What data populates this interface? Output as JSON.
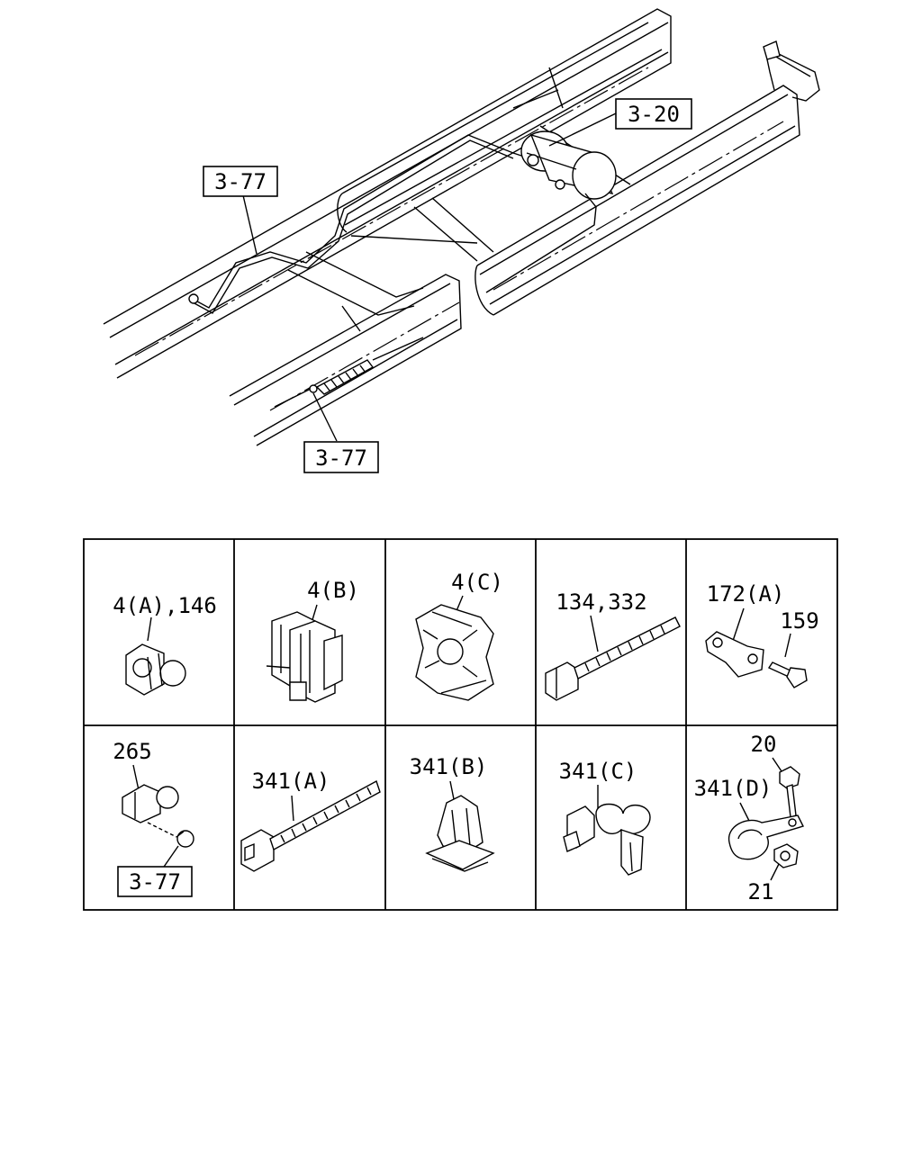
{
  "callouts": {
    "air_tank_ref": "3-20",
    "pipe_ref_upper": "3-77",
    "pipe_ref_lower": "3-77"
  },
  "parts": {
    "cell_1": {
      "label": "4(A),146"
    },
    "cell_2": {
      "label": "4(B)"
    },
    "cell_3": {
      "label": "4(C)"
    },
    "cell_4": {
      "label": "134,332"
    },
    "cell_5": {
      "label_a": "172(A)",
      "label_b": "159"
    },
    "cell_6": {
      "label": "265",
      "ref": "3-77"
    },
    "cell_7": {
      "label": "341(A)"
    },
    "cell_8": {
      "label": "341(B)"
    },
    "cell_9": {
      "label": "341(C)"
    },
    "cell_10": {
      "label_a": "20",
      "label_b": "341(D)",
      "label_c": "21"
    }
  }
}
